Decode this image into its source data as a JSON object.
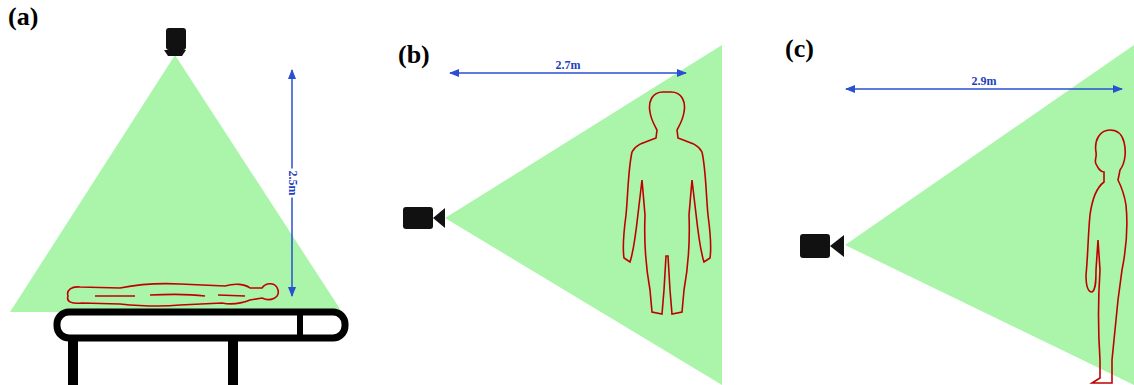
{
  "diagram": {
    "labels": [
      "(a)",
      "2.5m",
      "(b)",
      "2.7m",
      "(c)",
      "2.9m"
    ]
  }
}
